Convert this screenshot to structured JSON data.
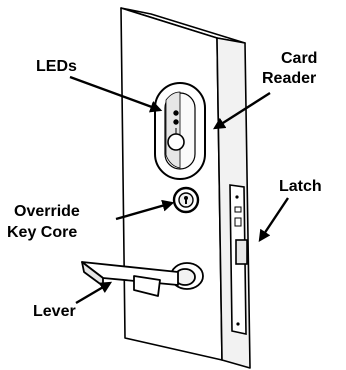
{
  "diagram": {
    "labels": {
      "leds": "LEDs",
      "card_reader_line1": "Card",
      "card_reader_line2": "Reader",
      "override_line1": "Override",
      "override_line2": "Key Core",
      "latch": "Latch",
      "lever": "Lever"
    },
    "colors": {
      "ink": "#000000",
      "paper": "#ffffff",
      "shade": "#d9d9d9"
    }
  }
}
